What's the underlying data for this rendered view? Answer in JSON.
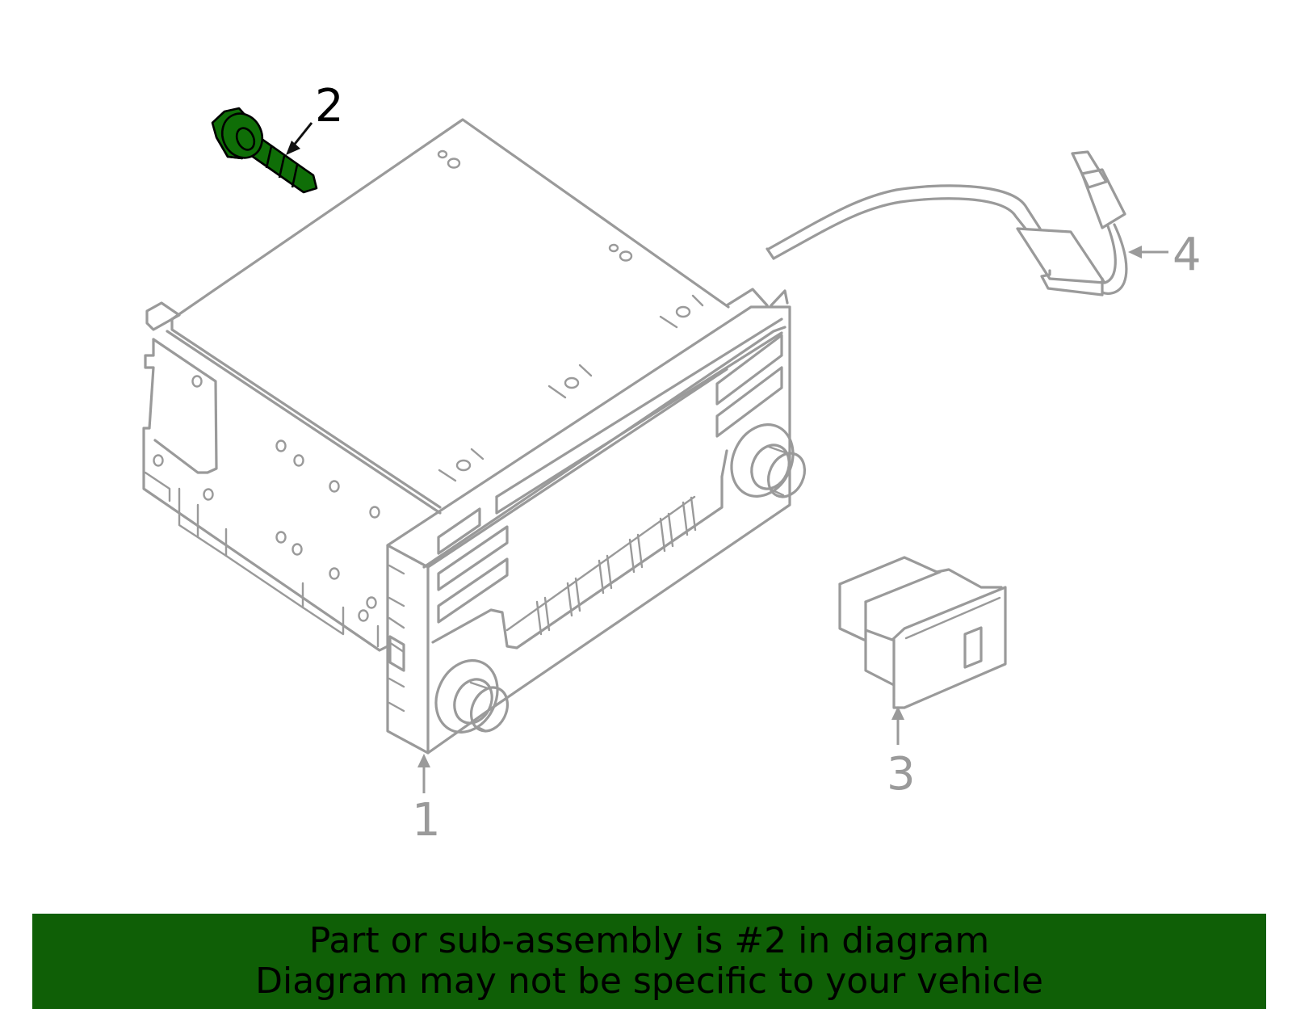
{
  "callouts": {
    "part1": "1",
    "part2": "2",
    "part3": "3",
    "part4": "4"
  },
  "banner": {
    "line1": "Part or sub-assembly is #2 in diagram",
    "line2": "Diagram may not be specific to your vehicle"
  },
  "colors": {
    "highlight_part": "#0f6e07",
    "banner_background": "#0f5f06",
    "line_art": "#9a9a9a"
  }
}
